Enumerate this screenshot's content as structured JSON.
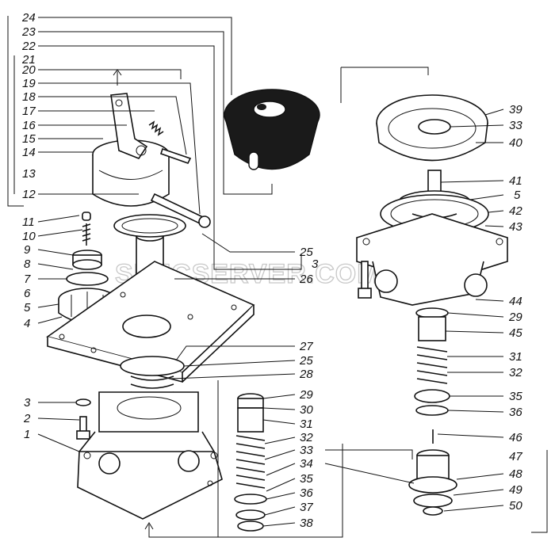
{
  "watermark": "SPECSERVER.COM",
  "labels_left": [
    "24",
    "23",
    "22",
    "21",
    "20",
    "19",
    "18",
    "17",
    "16",
    "15",
    "14",
    "13",
    "12",
    "11",
    "10",
    "9",
    "8",
    "7",
    "6",
    "5",
    "4",
    "3",
    "2",
    "1"
  ],
  "labels_middle": [
    "25",
    "26",
    "3",
    "27",
    "25",
    "28",
    "29",
    "30",
    "31",
    "32",
    "33",
    "34",
    "35",
    "36",
    "37",
    "38"
  ],
  "labels_right": [
    "39",
    "33",
    "40",
    "41",
    "5",
    "42",
    "43",
    "44",
    "29",
    "45",
    "31",
    "32",
    "35",
    "36",
    "46",
    "47",
    "48",
    "49",
    "50"
  ]
}
